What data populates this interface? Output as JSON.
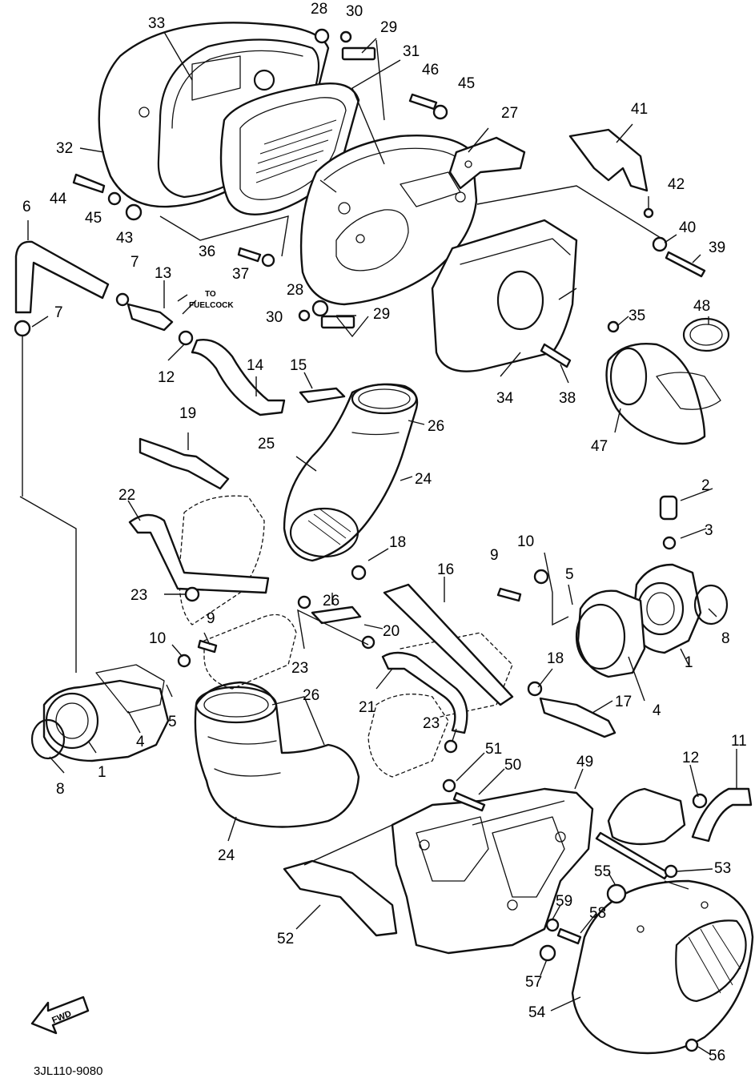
{
  "diagram": {
    "drawing_code": "3JL110-9080",
    "fwd_label": "FWD",
    "note": [
      "TO",
      "FUELCOCK"
    ],
    "callouts": [
      {
        "id": "c33",
        "label": "33"
      },
      {
        "id": "c28a",
        "label": "28"
      },
      {
        "id": "c30a",
        "label": "30"
      },
      {
        "id": "c29a",
        "label": "29"
      },
      {
        "id": "c31",
        "label": "31"
      },
      {
        "id": "c46",
        "label": "46"
      },
      {
        "id": "c45a",
        "label": "45"
      },
      {
        "id": "c27",
        "label": "27"
      },
      {
        "id": "c41",
        "label": "41"
      },
      {
        "id": "c32",
        "label": "32"
      },
      {
        "id": "c42",
        "label": "42"
      },
      {
        "id": "c44",
        "label": "44"
      },
      {
        "id": "c6",
        "label": "6"
      },
      {
        "id": "c45b",
        "label": "45"
      },
      {
        "id": "c43",
        "label": "43"
      },
      {
        "id": "c40",
        "label": "40"
      },
      {
        "id": "c39",
        "label": "39"
      },
      {
        "id": "c36",
        "label": "36"
      },
      {
        "id": "c7a",
        "label": "7"
      },
      {
        "id": "c13",
        "label": "13"
      },
      {
        "id": "c37",
        "label": "37"
      },
      {
        "id": "c28b",
        "label": "28"
      },
      {
        "id": "c48",
        "label": "48"
      },
      {
        "id": "c7b",
        "label": "7"
      },
      {
        "id": "c30b",
        "label": "30"
      },
      {
        "id": "c29b",
        "label": "29"
      },
      {
        "id": "c35",
        "label": "35"
      },
      {
        "id": "c12a",
        "label": "12"
      },
      {
        "id": "c14",
        "label": "14"
      },
      {
        "id": "c15",
        "label": "15"
      },
      {
        "id": "c34",
        "label": "34"
      },
      {
        "id": "c38",
        "label": "38"
      },
      {
        "id": "c19",
        "label": "19"
      },
      {
        "id": "c26a",
        "label": "26"
      },
      {
        "id": "c25",
        "label": "25"
      },
      {
        "id": "c47",
        "label": "47"
      },
      {
        "id": "c24a",
        "label": "24"
      },
      {
        "id": "c2",
        "label": "2"
      },
      {
        "id": "c22",
        "label": "22"
      },
      {
        "id": "c3",
        "label": "3"
      },
      {
        "id": "c18a",
        "label": "18"
      },
      {
        "id": "c16",
        "label": "16"
      },
      {
        "id": "c9a",
        "label": "9"
      },
      {
        "id": "c10a",
        "label": "10"
      },
      {
        "id": "c5a",
        "label": "5"
      },
      {
        "id": "c23a",
        "label": "23"
      },
      {
        "id": "c26b",
        "label": "26"
      },
      {
        "id": "c9b",
        "label": "9"
      },
      {
        "id": "c20",
        "label": "20"
      },
      {
        "id": "c8a",
        "label": "8"
      },
      {
        "id": "c10b",
        "label": "10"
      },
      {
        "id": "c23b",
        "label": "23"
      },
      {
        "id": "c1a",
        "label": "1"
      },
      {
        "id": "c18b",
        "label": "18"
      },
      {
        "id": "c26c",
        "label": "26"
      },
      {
        "id": "c5b",
        "label": "5"
      },
      {
        "id": "c4a",
        "label": "4"
      },
      {
        "id": "c21",
        "label": "21"
      },
      {
        "id": "c17",
        "label": "17"
      },
      {
        "id": "c4b",
        "label": "4"
      },
      {
        "id": "c1b",
        "label": "1"
      },
      {
        "id": "c23c",
        "label": "23"
      },
      {
        "id": "c51",
        "label": "51"
      },
      {
        "id": "c11",
        "label": "11"
      },
      {
        "id": "c8b",
        "label": "8"
      },
      {
        "id": "c50",
        "label": "50"
      },
      {
        "id": "c49",
        "label": "49"
      },
      {
        "id": "c12b",
        "label": "12"
      },
      {
        "id": "c24b",
        "label": "24"
      },
      {
        "id": "c55",
        "label": "55"
      },
      {
        "id": "c53",
        "label": "53"
      },
      {
        "id": "c59",
        "label": "59"
      },
      {
        "id": "c58",
        "label": "58"
      },
      {
        "id": "c52",
        "label": "52"
      },
      {
        "id": "c57",
        "label": "57"
      },
      {
        "id": "c54",
        "label": "54"
      },
      {
        "id": "c56",
        "label": "56"
      }
    ]
  }
}
